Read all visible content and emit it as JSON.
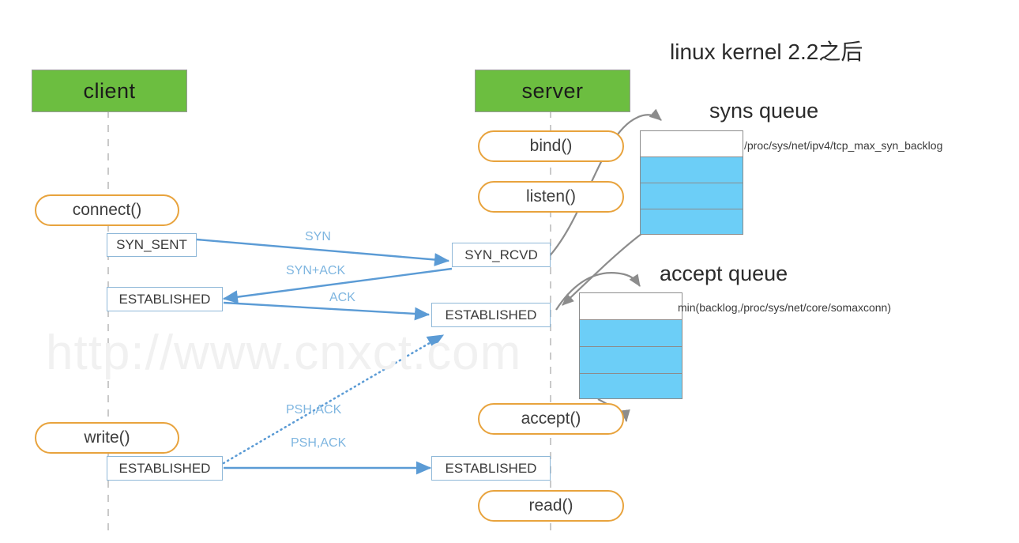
{
  "diagram": {
    "title": "linux  kernel 2.2之后",
    "watermark": "http://www.cnxct.com",
    "colors": {
      "actor_fill": "#6cbe40",
      "pill_border": "#e8a33d",
      "state_border": "#8fb8d8",
      "queue_full": "#6ccef7",
      "queue_empty": "#ffffff",
      "arrow_blue": "#5b9bd5",
      "label_blue": "#7fb6e0",
      "curve_gray": "#8c8c8c"
    }
  },
  "actors": [
    {
      "name": "client",
      "label": "client"
    },
    {
      "name": "server",
      "label": "server"
    }
  ],
  "client_calls": [
    {
      "name": "connect",
      "label": "connect()"
    },
    {
      "name": "write",
      "label": "write()"
    }
  ],
  "server_calls": [
    {
      "name": "bind",
      "label": "bind()"
    },
    {
      "name": "listen",
      "label": "listen()"
    },
    {
      "name": "accept",
      "label": "accept()"
    },
    {
      "name": "read",
      "label": "read()"
    }
  ],
  "client_states": [
    {
      "name": "syn-sent",
      "label": "SYN_SENT"
    },
    {
      "name": "established-1",
      "label": "ESTABLISHED"
    },
    {
      "name": "established-2",
      "label": "ESTABLISHED"
    }
  ],
  "server_states": [
    {
      "name": "syn-rcvd",
      "label": "SYN_RCVD"
    },
    {
      "name": "established-1",
      "label": "ESTABLISHED"
    },
    {
      "name": "established-2",
      "label": "ESTABLISHED"
    }
  ],
  "messages": [
    {
      "name": "syn",
      "label": "SYN",
      "direction": "client-to-server",
      "style": "solid"
    },
    {
      "name": "syn-ack",
      "label": "SYN+ACK",
      "direction": "server-to-client",
      "style": "solid"
    },
    {
      "name": "ack",
      "label": "ACK",
      "direction": "client-to-server",
      "style": "solid"
    },
    {
      "name": "psh-ack-dotted",
      "label": "PSH,ACK",
      "direction": "client-to-server",
      "style": "dotted"
    },
    {
      "name": "psh-ack-solid",
      "label": "PSH,ACK",
      "direction": "client-to-server",
      "style": "solid"
    }
  ],
  "queues": [
    {
      "name": "syns-queue",
      "title": "syns queue",
      "note": "/proc/sys/net/ipv4/tcp_max_syn_backlog",
      "cells": [
        "empty",
        "full",
        "full",
        "full"
      ]
    },
    {
      "name": "accept-queue",
      "title": "accept queue",
      "note": "min(backlog,/proc/sys/net/core/somaxconn)",
      "cells": [
        "empty",
        "full",
        "full",
        "full"
      ]
    }
  ]
}
